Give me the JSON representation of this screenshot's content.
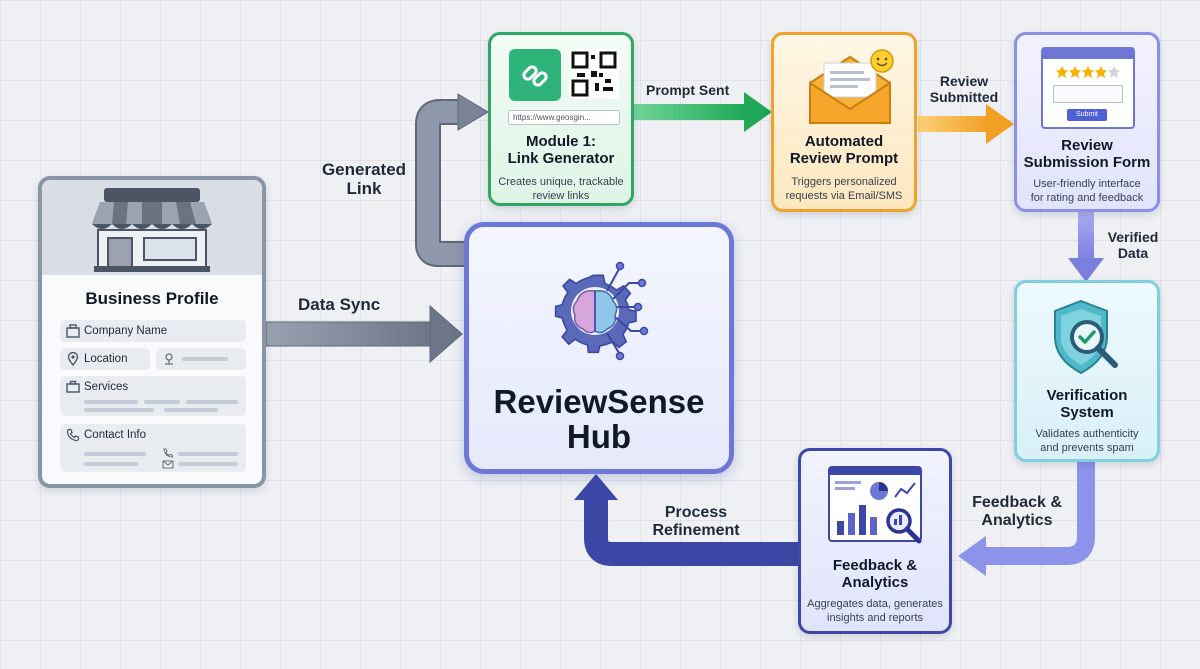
{
  "business_profile": {
    "title": "Business Profile",
    "fields": {
      "company": "Company Name",
      "location": "Location",
      "services": "Services",
      "contact": "Contact Info"
    }
  },
  "labels": {
    "data_sync": "Data Sync",
    "generated_link": "Generated\nLink",
    "prompt_sent": "Prompt Sent",
    "review_submitted": "Review\nSubmitted",
    "verified_data": "Verified\nData",
    "feedback_analytics": "Feedback &\nAnalytics",
    "process_refinement": "Process\nRefinement"
  },
  "hub": {
    "title": "ReviewSense\nHub"
  },
  "module_link": {
    "title": "Module 1:\nLink Generator",
    "desc": "Creates unique, trackable\nreview links",
    "url": "https://www.geosgin..."
  },
  "auto_prompt": {
    "title": "Automated\nReview Prompt",
    "desc": "Triggers personalized\nrequests via Email/SMS"
  },
  "review_form": {
    "title": "Review\nSubmission Form",
    "desc": "User-friendly interface\nfor rating and feedback",
    "submit_label": "Submit"
  },
  "verification": {
    "title": "Verification\nSystem",
    "desc": "Validates authenticity\nand prevents spam"
  },
  "feedback": {
    "title": "Feedback &\nAnalytics",
    "desc": "Aggregates data, generates\ninsights and reports"
  },
  "colors": {
    "gray_arrow": "#7b8496",
    "green": "#27ae60",
    "orange": "#f5a623",
    "purple": "#7b7fe0",
    "navy": "#3d47a6"
  }
}
